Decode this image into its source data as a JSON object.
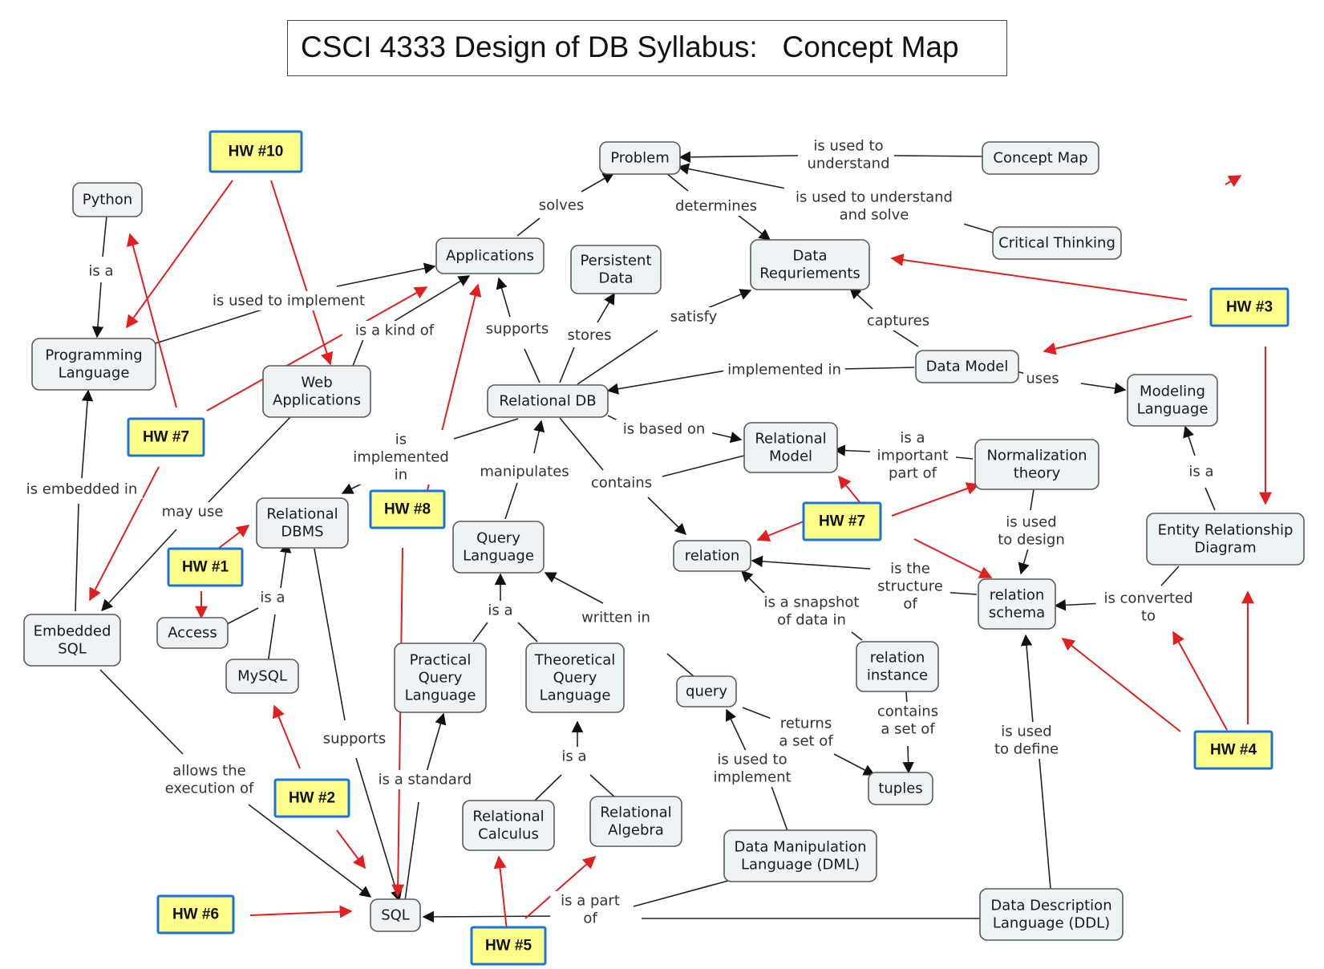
{
  "title": "CSCI 4333 Design of DB Syllabus:   Concept Map",
  "colors": {
    "node_fill": "#eef3f6",
    "node_border": "#5a5a5a",
    "hw_fill": "#ffff8a",
    "hw_border": "#1e73d8",
    "arrow_red": "#e02020"
  },
  "nodes": {
    "problem": "Problem",
    "concept_map": "Concept Map",
    "critical_thinking": "Critical Thinking",
    "python": "Python",
    "applications": "Applications",
    "persistent_data": "Persistent\nData",
    "data_req": "Data\nRequriements",
    "programming_language": "Programming\nLanguage",
    "web_applications": "Web\nApplications",
    "relational_db": "Relational DB",
    "data_model": "Data Model",
    "modeling_language": "Modeling\nLanguage",
    "relational_model": "Relational\nModel",
    "normalization": "Normalization\ntheory",
    "relational_dbms": "Relational\nDBMS",
    "query_language": "Query\nLanguage",
    "relation": "relation",
    "erd": "Entity Relationship\nDiagram",
    "embedded_sql": "Embedded\nSQL",
    "access": "Access",
    "relation_schema": "relation\nschema",
    "mysql": "MySQL",
    "practical_ql": "Practical\nQuery\nLanguage",
    "theoretical_ql": "Theoretical\nQuery\nLanguage",
    "query": "query",
    "relation_instance": "relation\ninstance",
    "tuples": "tuples",
    "relational_calculus": "Relational\nCalculus",
    "relational_algebra": "Relational\nAlgebra",
    "dml": "Data Manipulation\nLanguage (DML)",
    "ddl": "Data Description\nLanguage (DDL)",
    "sql": "SQL"
  },
  "links": {
    "is_used_to_understand": "is used to\nunderstand",
    "is_used_to_understand_and_solve": "is used to understand\nand solve",
    "solves": "solves",
    "determines": "determines",
    "is_a_python": "is a",
    "is_used_to_implement_app": "is used to implement",
    "is_a_kind_of": "is a kind of",
    "supports_app": "supports",
    "stores": "stores",
    "satisfy": "satisfy",
    "captures": "captures",
    "implemented_in": "implemented in",
    "uses": "uses",
    "is_based_on": "is based on",
    "is_a_important_part_of": "is a\nimportant\npart of",
    "is_implemented_in": "is\nimplemented\nin",
    "manipulates": "manipulates",
    "contains": "contains",
    "is_a_modeling": "is a",
    "is_used_to_design": "is used\nto design",
    "is_embedded_in": "is embedded in",
    "may_use": "may use",
    "is_the_structure_of": "is the\nstructure\nof",
    "is_converted_to": "is converted\nto",
    "is_a_snapshot": "is a snapshot\nof data in",
    "is_a_dbms": "is a",
    "is_a_ql": "is a",
    "written_in": "written in",
    "contains_a_set_of": "contains\na set of",
    "supports_sql": "supports",
    "returns_a_set_of": "returns\na set of",
    "is_used_to_implement_query": "is used to\nimplement",
    "is_a_theory": "is a",
    "is_used_to_define": "is used\nto define",
    "allows_execution": "allows the\nexecution of",
    "is_a_standard": "is a standard",
    "is_a_part_of": "is a part\nof"
  },
  "homework": {
    "hw10": "HW #10",
    "hw3": "HW #3",
    "hw7a": "HW #7",
    "hw8": "HW #8",
    "hw7b": "HW #7",
    "hw1": "HW #1",
    "hw4": "HW #4",
    "hw2": "HW #2",
    "hw6": "HW #6",
    "hw5": "HW #5"
  }
}
